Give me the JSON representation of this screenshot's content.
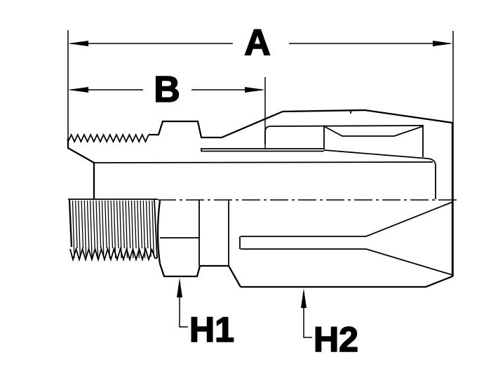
{
  "diagram": {
    "labels": {
      "dim_a": "A",
      "dim_b": "B",
      "dim_h1": "H1",
      "dim_h2": "H2"
    },
    "colors": {
      "line": "#000000",
      "background": "#ffffff"
    }
  }
}
